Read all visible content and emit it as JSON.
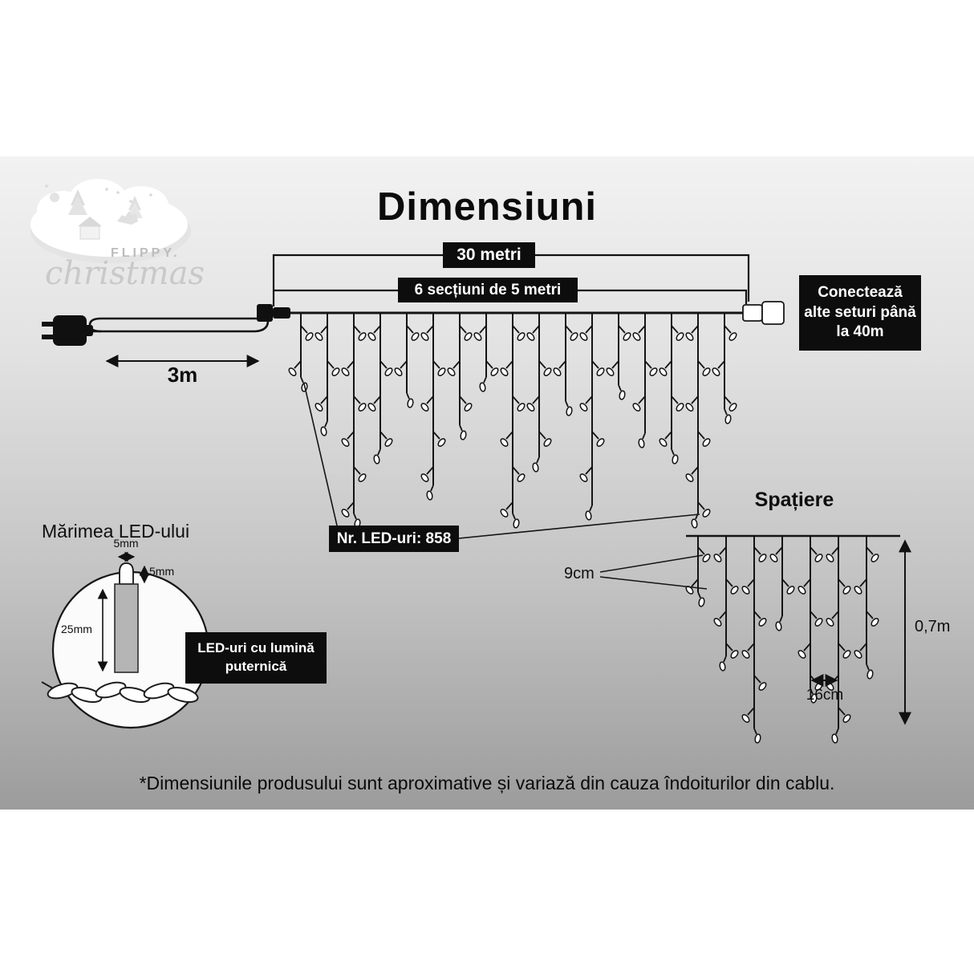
{
  "logo": {
    "brand": "FLIPPY.",
    "script": "christmas"
  },
  "title": "Dimensiuni",
  "main_diagram": {
    "total_length_label": "30 metri",
    "sections_label": "6 secțiuni de 5 metri",
    "lead_length_label": "3m",
    "connect_note": "Conectează alte seturi până la 40m",
    "led_count_label": "Nr. LED-uri: 858"
  },
  "spacing_diagram": {
    "title": "Spațiere",
    "led_spacing_label": "9cm",
    "column_spacing_label": "16cm",
    "drop_length_label": "0,7m"
  },
  "led_size_diagram": {
    "title": "Mărimea LED-ului",
    "width_label": "5mm",
    "head_height_label": "5mm",
    "body_height_label": "25mm",
    "note_line1": "LED-uri cu lumină",
    "note_line2": "puternică"
  },
  "footer": "*Dimensiunile produsului sunt aproximative și variază din cauza îndoiturilor din cablu.",
  "colors": {
    "box_bg": "#0d0d0d",
    "box_text": "#ffffff"
  }
}
